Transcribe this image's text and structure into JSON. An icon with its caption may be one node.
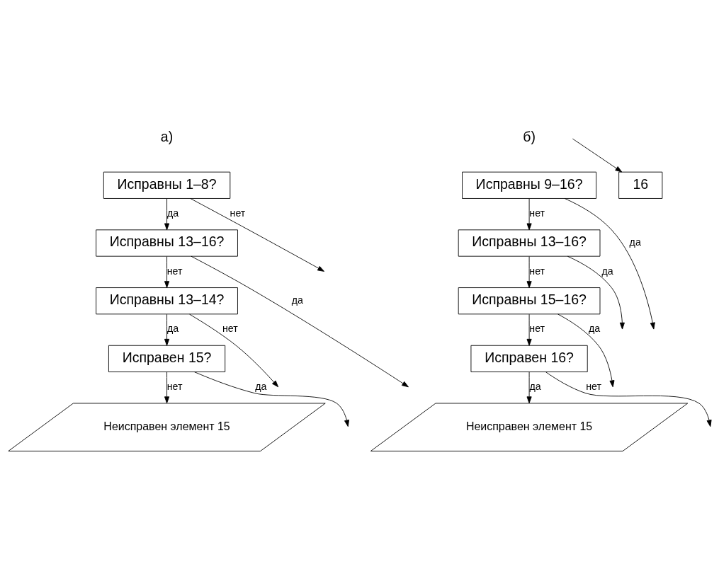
{
  "diagram": {
    "nodes": [
      {
        "text": [
          "Исправны 1–8?"
        ]
      },
      {
        "text": [
          "Исправны 13–16?"
        ]
      },
      {
        "text": [
          "Исправны 13–14?"
        ]
      },
      {
        "text": [
          "Исправен 15?"
        ]
      },
      {
        "text": [
          "Неисправен элемент 15"
        ]
      },
      {
        "text": [
          "16"
        ]
      },
      {
        "text": [
          "Исправны 9–16?"
        ]
      },
      {
        "text": [
          "Исправны 13–16?"
        ]
      },
      {
        "text": [
          "Исправны 15–16?"
        ]
      },
      {
        "text": [
          "Исправен 16?"
        ]
      },
      {
        "text": [
          "Неисправен элемент 15"
        ]
      }
    ],
    "edges": [
      {
        "from": 0,
        "to": 1,
        "arrow": "to",
        "label": "да"
      },
      {
        "from": 0,
        "to": null,
        "arrow": "to",
        "label": "нет"
      },
      {
        "from": 1,
        "to": 2,
        "arrow": "to",
        "label": "нет"
      },
      {
        "from": 1,
        "to": null,
        "arrow": "to",
        "label": "да"
      },
      {
        "from": 2,
        "to": 3,
        "arrow": "to",
        "label": "да"
      },
      {
        "from": 2,
        "to": null,
        "arrow": "to",
        "label": "нет"
      },
      {
        "from": 3,
        "to": 4,
        "arrow": "to",
        "label": "нет"
      },
      {
        "from": 3,
        "to": null,
        "arrow": "to",
        "label": "да"
      },
      {
        "from": null,
        "to": 5,
        "arrow": "to"
      },
      {
        "from": 6,
        "to": 7,
        "arrow": "to",
        "label": "нет"
      },
      {
        "from": 6,
        "to": null,
        "arrow": "to",
        "label": "да"
      },
      {
        "from": 7,
        "to": 8,
        "arrow": "to",
        "label": "нет"
      },
      {
        "from": 7,
        "to": null,
        "arrow": "to",
        "label": "да"
      },
      {
        "from": 8,
        "to": 9,
        "arrow": "to",
        "label": "нет"
      },
      {
        "from": 8,
        "to": null,
        "arrow": "to",
        "label": "да"
      },
      {
        "from": 9,
        "to": 10,
        "arrow": "to",
        "label": "да"
      },
      {
        "from": 9,
        "to": null,
        "arrow": "to",
        "label": "нет"
      }
    ],
    "labels": [
      "а)",
      "б)"
    ]
  }
}
